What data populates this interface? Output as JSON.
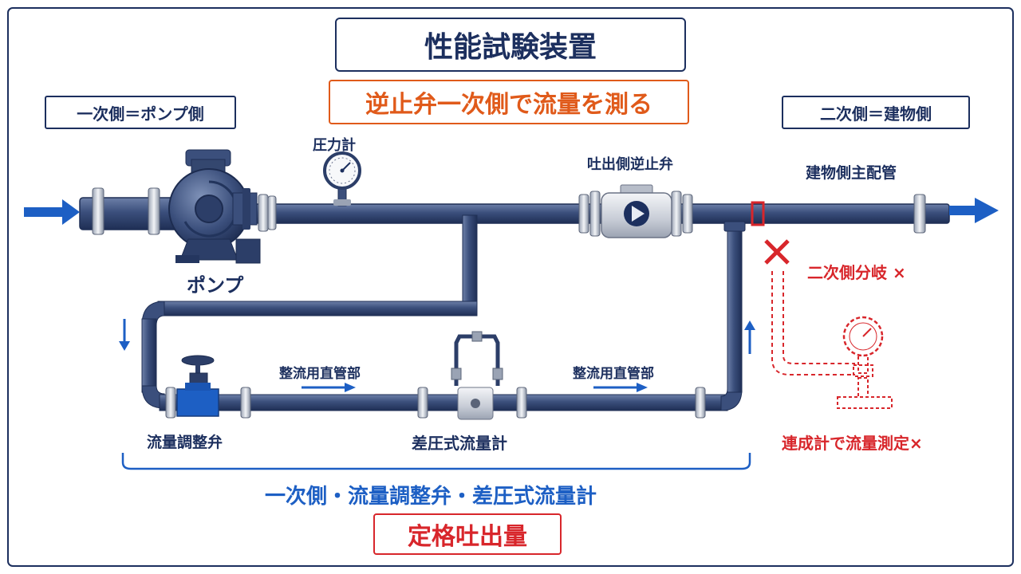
{
  "title": "性能試験装置",
  "subtitle": "逆止弁一次側で流量を測る",
  "side_left": "一次側＝ポンプ側",
  "side_right": "二次側＝建物側",
  "labels": {
    "pressure_gauge": "圧力計",
    "discharge_check_valve": "吐出側逆止弁",
    "building_main_pipe": "建物側主配管",
    "pump": "ポンプ",
    "flow_control_valve": "流量調整弁",
    "straight_pipe_1": "整流用直管部",
    "straight_pipe_2": "整流用直管部",
    "dp_flowmeter": "差圧式流量計",
    "secondary_branch": "二次側分岐 ×",
    "compound_gauge_note": "連成計で流量測定×"
  },
  "bottom": {
    "summary": "一次側・流量調整弁・差圧式流量計",
    "result": "定格吐出量"
  },
  "colors": {
    "navy": "#1c2f5e",
    "pipe": "#3b4f7c",
    "pipe_dark": "#24365f",
    "arrow_blue": "#1d5fc4",
    "orange": "#e05a1a",
    "red": "#d8262b"
  },
  "icons": {
    "pump": "centrifugal-pump-icon",
    "gauge": "pressure-gauge-icon",
    "check_valve": "check-valve-icon",
    "gate_valve": "gate-valve-icon",
    "flowmeter": "differential-pressure-flowmeter-icon",
    "cross": "cross-mark-icon"
  }
}
